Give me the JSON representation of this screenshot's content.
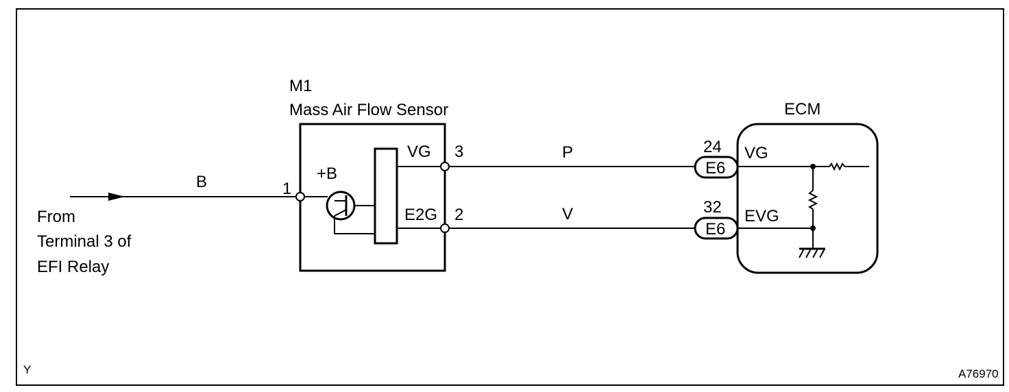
{
  "diagram": {
    "corner_left": "Y",
    "corner_right": "A76970",
    "source": {
      "line1": "From",
      "line2": "Terminal 3 of",
      "line3": "EFI Relay",
      "wire_color": "B"
    },
    "sensor": {
      "code": "M1",
      "name": "Mass Air Flow Sensor",
      "plus_b": "+B",
      "pin_in": "1",
      "pin_vg_label": "VG",
      "pin_vg_num": "3",
      "pin_e2g_label": "E2G",
      "pin_e2g_num": "2"
    },
    "wires": {
      "vg_color": "P",
      "e2g_color": "V"
    },
    "ecm": {
      "title": "ECM",
      "vg_pin": "24",
      "vg_connector": "E6",
      "vg_label": "VG",
      "evg_pin": "32",
      "evg_connector": "E6",
      "evg_label": "EVG"
    }
  }
}
